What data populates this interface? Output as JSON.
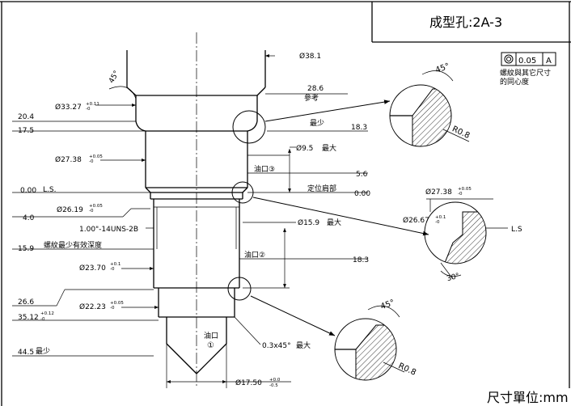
{
  "title_block": {
    "title": "成型孔:2A-3"
  },
  "unit_note": "尺寸單位:mm",
  "gdt": {
    "symbol": "concentricity-icon",
    "tolerance": "0.05",
    "datum": "A",
    "note_line1": "螺紋與其它尺寸",
    "note_line2": "的同心度"
  },
  "left_datums": {
    "d20_4": "20.4",
    "d17_5": "17.5",
    "d0_00": "0.00",
    "ls": "L.S.",
    "d4_0": "4.0",
    "d15_9": "15.9",
    "thread_depth_note": "螺紋最少有效深度",
    "d26_6": "26.6",
    "d35_12": "35.12",
    "d35_12_tol_up": "+0.12",
    "d35_12_tol_dn": "-0",
    "d44_5": "44.5",
    "d44_5_note": "最少"
  },
  "diameters": {
    "phi33": {
      "label": "Ø33.27",
      "up": "+0.11",
      "dn": "-0"
    },
    "phi27": {
      "label": "Ø27.38",
      "up": "+0.05",
      "dn": "-0"
    },
    "phi26": {
      "label": "Ø26.19",
      "up": "+0.05",
      "dn": "-0"
    },
    "thread": "1.00\"-14UNS-2B",
    "phi23": {
      "label": "Ø23.70",
      "up": "+0.1",
      "dn": "-0"
    },
    "phi22": {
      "label": "Ø22.23",
      "up": "+0.05",
      "dn": "-0"
    },
    "phi17": {
      "label": "Ø17.50",
      "up": "+0.0",
      "dn": "-0.5"
    },
    "phi38": "Ø38.1",
    "phi9_5": "Ø9.5",
    "phi9_5_note": "最大",
    "phi15_9": "Ø15.9",
    "phi15_9_note": "最大"
  },
  "right_dims": {
    "d28_6": "28.6",
    "ref": "參考",
    "min": "最少",
    "d18_3_top": "18.3",
    "d5_6": "5.6",
    "locating": "定位肩部",
    "d0_00": "0.00",
    "d18_3_bot": "18.3",
    "chamfer": "0.3x45°",
    "chamfer_note": "最大"
  },
  "oil_ports": {
    "port3": "油口③",
    "port2": "油口②",
    "port1_line1": "油口",
    "port1_line2": "①"
  },
  "angle_main": "45°",
  "details": {
    "top": {
      "angle": "45°",
      "radius": "R0.8"
    },
    "middle": {
      "phi27": {
        "label": "Ø27.38",
        "up": "+0.05",
        "dn": "-0"
      },
      "phi26": {
        "label": "Ø26.67",
        "up": "+0.1",
        "dn": "-0"
      },
      "ls": "L.S",
      "angle": "30°"
    },
    "bottom": {
      "angle": "45°",
      "radius": "R0.8"
    }
  }
}
